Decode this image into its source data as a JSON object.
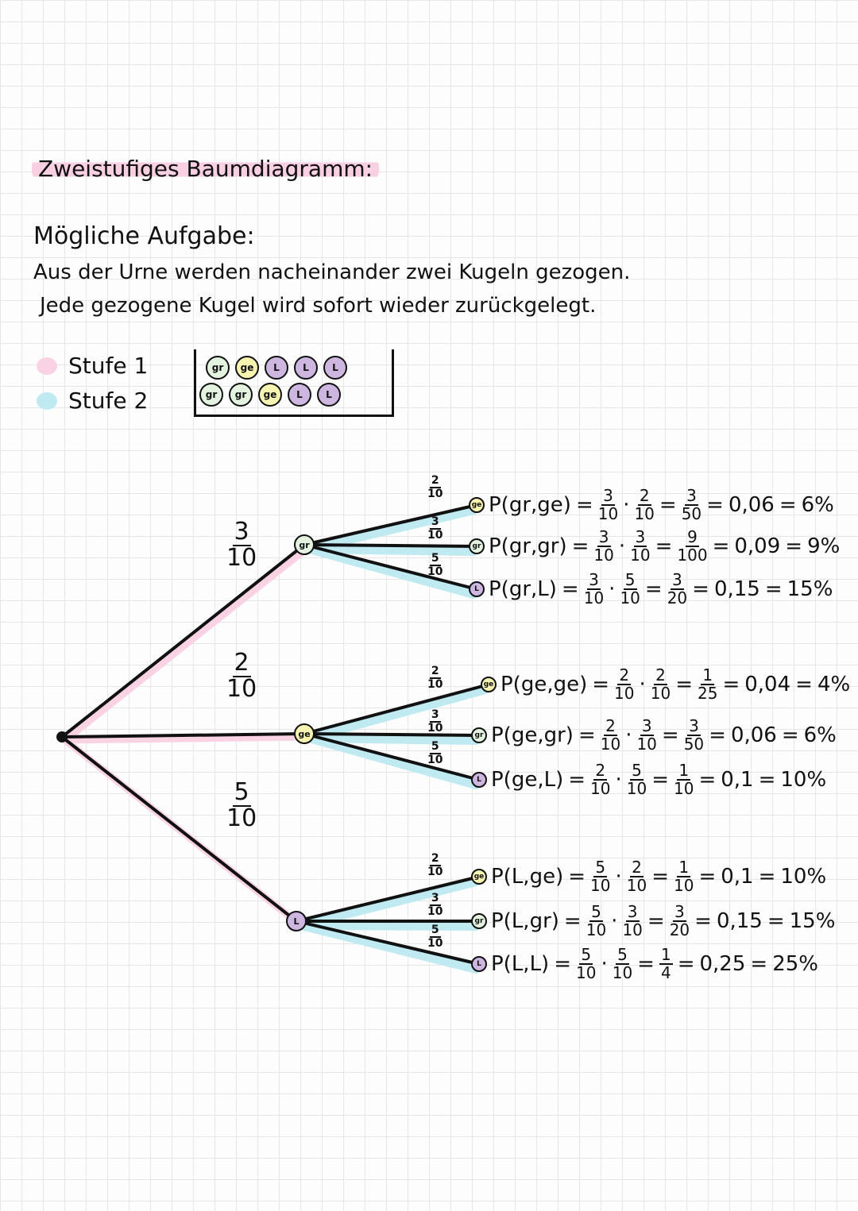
{
  "title": "Zweistufiges Baumdiagramm:",
  "task": {
    "heading": "Mögliche Aufgabe:",
    "line1": "Aus der Urne werden nacheinander zwei Kugeln gezogen.",
    "line2": "Jede gezogene Kugel wird sofort wieder zurückgelegt."
  },
  "legend": [
    {
      "label": "Stufe 1",
      "color": "#f9d3e3"
    },
    {
      "label": "Stufe 2",
      "color": "#bfeaf2"
    }
  ],
  "ball_colors": {
    "gr": "#e3f3e0",
    "ge": "#f7f3b0",
    "L": "#cdb6e0"
  },
  "urn": {
    "row1": [
      "gr",
      "ge",
      "L",
      "L",
      "L"
    ],
    "row2": [
      "gr",
      "gr",
      "ge",
      "L",
      "L"
    ]
  },
  "tree": {
    "stage1": [
      {
        "ball": "gr",
        "prob": [
          "3",
          "10"
        ]
      },
      {
        "ball": "ge",
        "prob": [
          "2",
          "10"
        ]
      },
      {
        "ball": "L",
        "prob": [
          "5",
          "10"
        ]
      }
    ],
    "stage2_probs": [
      [
        "2",
        "10"
      ],
      [
        "3",
        "10"
      ],
      [
        "5",
        "10"
      ]
    ],
    "outcomes": [
      {
        "ball": "ge",
        "label": "P(gr,ge)",
        "f1": [
          "3",
          "10"
        ],
        "f2": [
          "2",
          "10"
        ],
        "res": [
          "3",
          "50"
        ],
        "dec": "0,06",
        "pct": "6%"
      },
      {
        "ball": "gr",
        "label": "P(gr,gr)",
        "f1": [
          "3",
          "10"
        ],
        "f2": [
          "3",
          "10"
        ],
        "res": [
          "9",
          "100"
        ],
        "dec": "0,09",
        "pct": "9%"
      },
      {
        "ball": "L",
        "label": "P(gr,L)",
        "f1": [
          "3",
          "10"
        ],
        "f2": [
          "5",
          "10"
        ],
        "res": [
          "3",
          "20"
        ],
        "dec": "0,15",
        "pct": "15%"
      },
      {
        "ball": "ge",
        "label": "P(ge,ge)",
        "f1": [
          "2",
          "10"
        ],
        "f2": [
          "2",
          "10"
        ],
        "res": [
          "1",
          "25"
        ],
        "dec": "0,04",
        "pct": "4%"
      },
      {
        "ball": "gr",
        "label": "P(ge,gr)",
        "f1": [
          "2",
          "10"
        ],
        "f2": [
          "3",
          "10"
        ],
        "res": [
          "3",
          "50"
        ],
        "dec": "0,06",
        "pct": "6%"
      },
      {
        "ball": "L",
        "label": "P(ge,L)",
        "f1": [
          "2",
          "10"
        ],
        "f2": [
          "5",
          "10"
        ],
        "res": [
          "1",
          "10"
        ],
        "dec": "0,1",
        "pct": "10%"
      },
      {
        "ball": "ge",
        "label": "P(L,ge)",
        "f1": [
          "5",
          "10"
        ],
        "f2": [
          "2",
          "10"
        ],
        "res": [
          "1",
          "10"
        ],
        "dec": "0,1",
        "pct": "10%"
      },
      {
        "ball": "gr",
        "label": "P(L,gr)",
        "f1": [
          "5",
          "10"
        ],
        "f2": [
          "3",
          "10"
        ],
        "res": [
          "3",
          "20"
        ],
        "dec": "0,15",
        "pct": "15%"
      },
      {
        "ball": "L",
        "label": "P(L,L)",
        "f1": [
          "5",
          "10"
        ],
        "f2": [
          "5",
          "10"
        ],
        "res": [
          "1",
          "4"
        ],
        "dec": "0,25",
        "pct": "25%"
      }
    ]
  }
}
